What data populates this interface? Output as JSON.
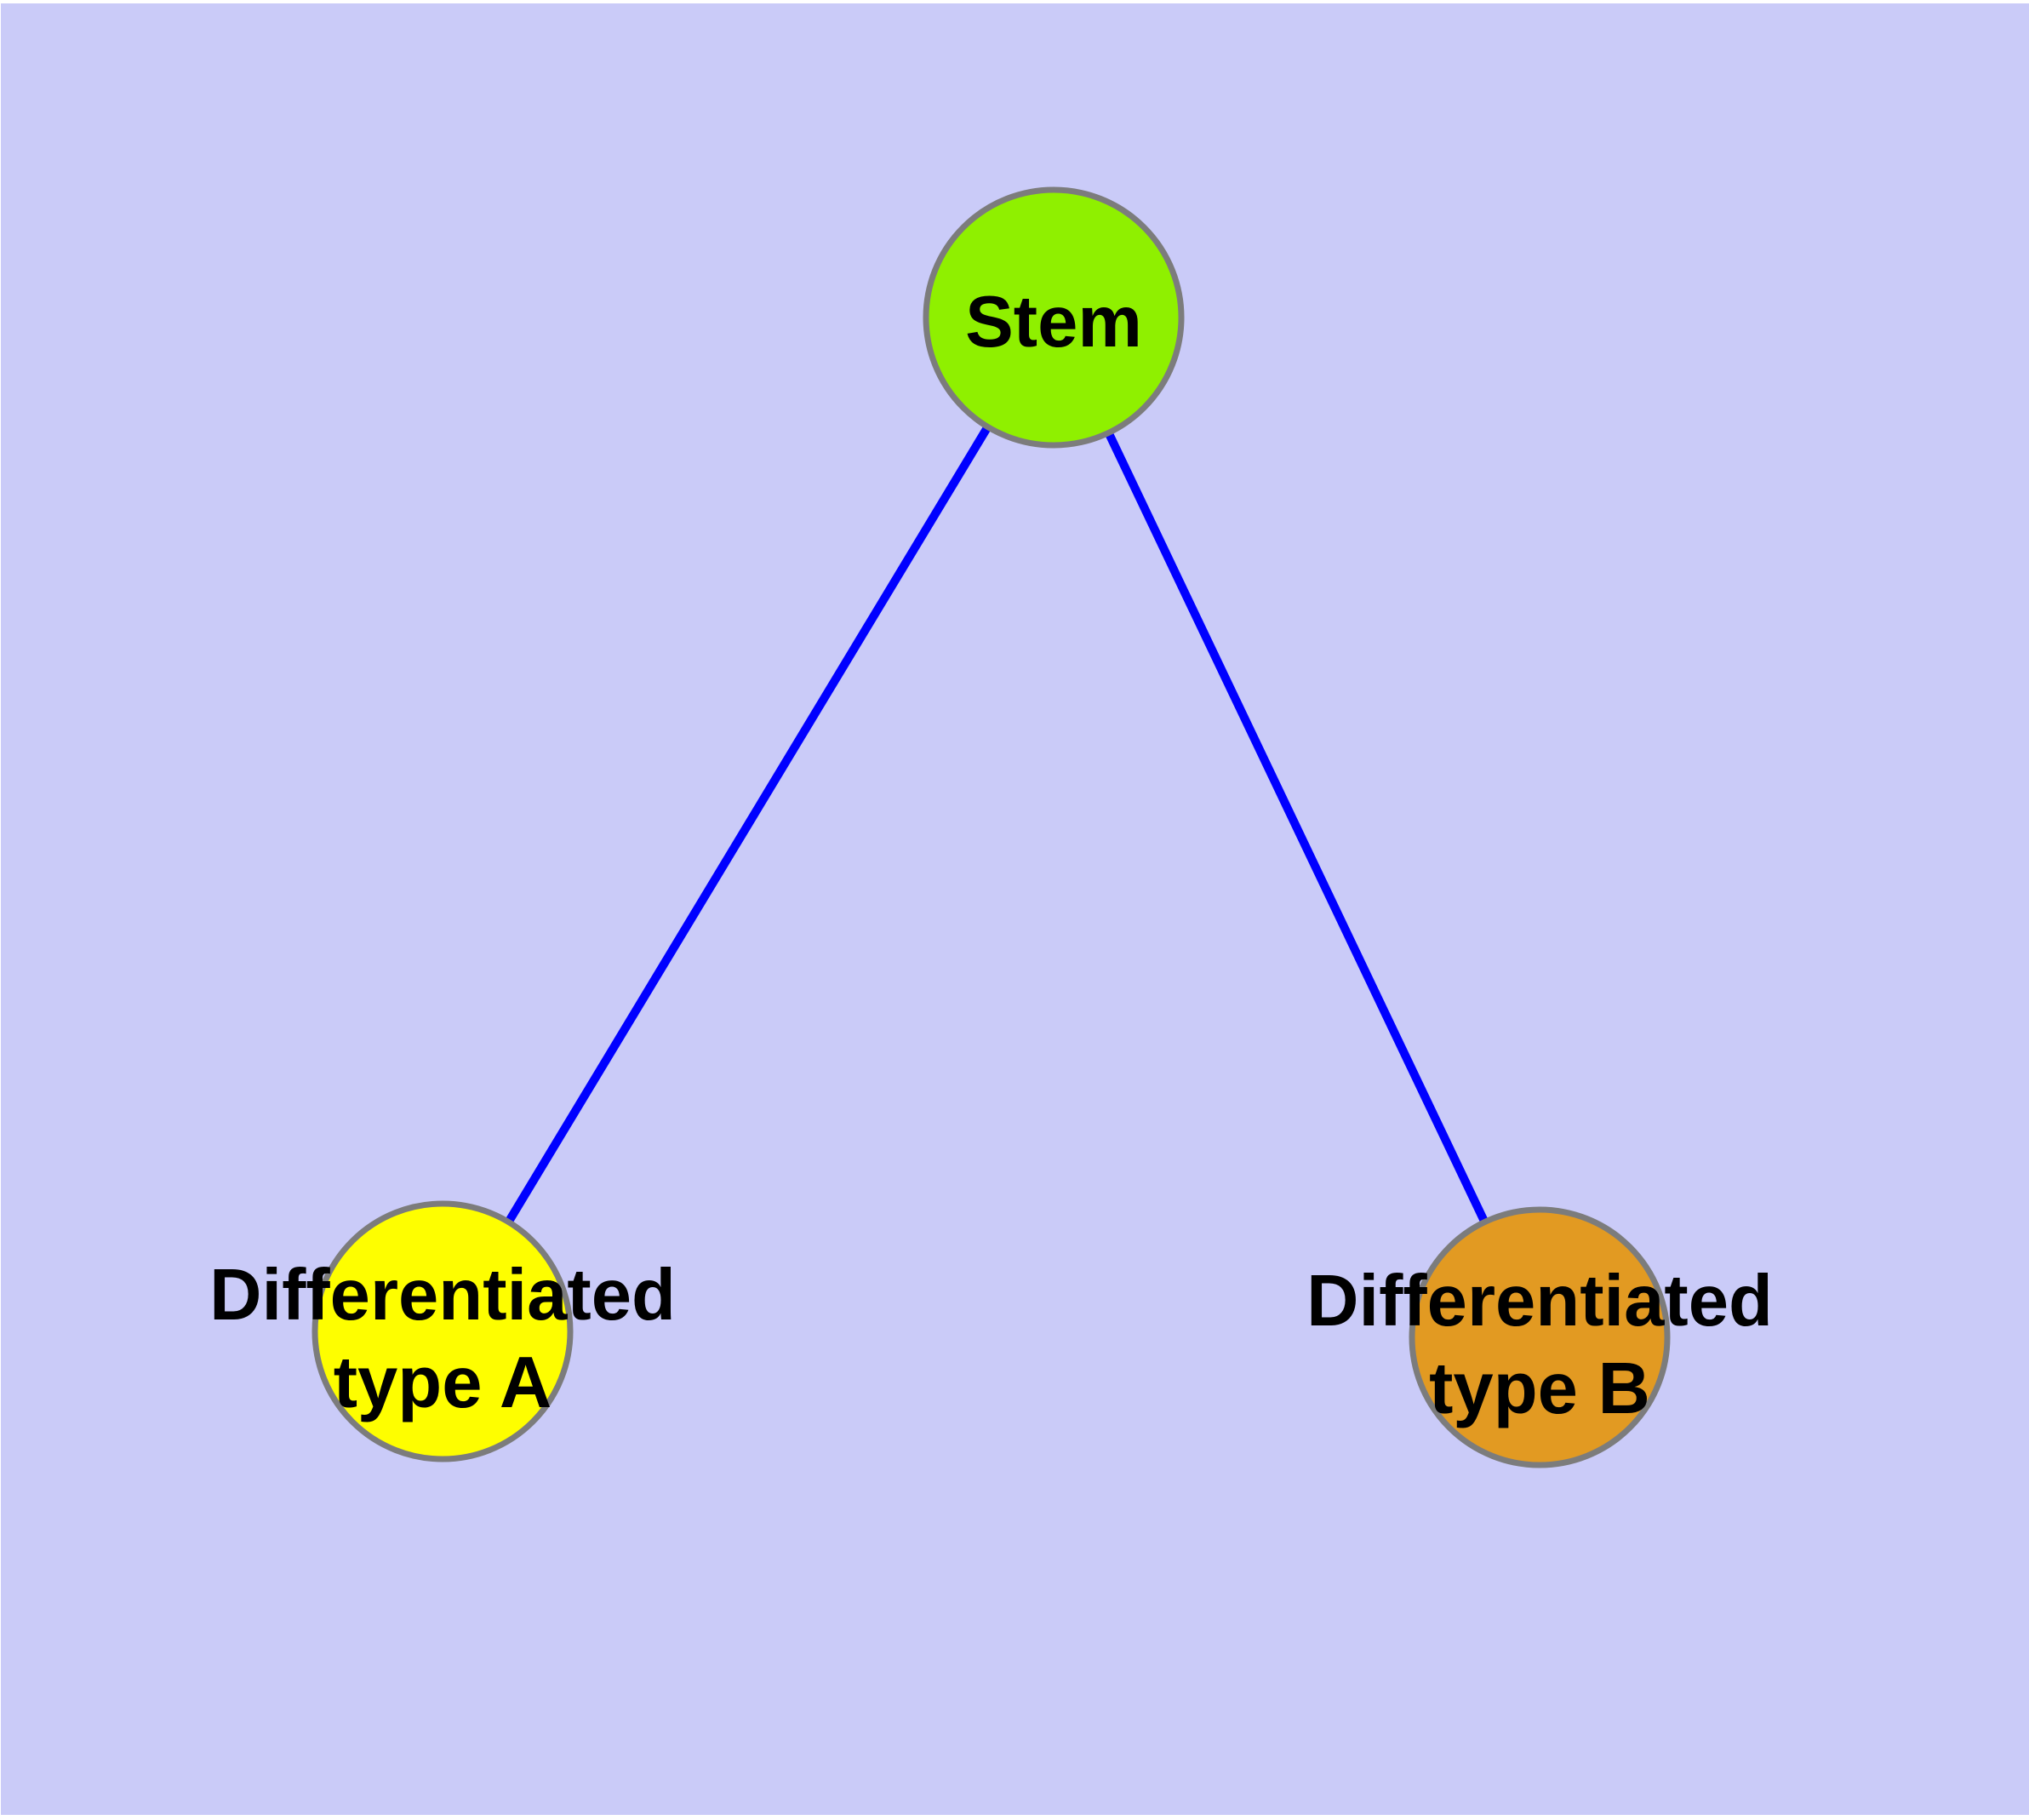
{
  "page": {
    "background": "#ffffff",
    "canvas_background": "#cacbf8"
  },
  "graph": {
    "type": "node-link-diagram",
    "edge_color": "#0000ff",
    "node_border_color": "#7c7c7c",
    "nodes": [
      {
        "name": "stem",
        "label": "Stem",
        "fill": "#8ff000"
      },
      {
        "name": "differentiated-type-a",
        "label_line1": "Differentiated",
        "label_line2": "type A",
        "fill": "#fefe00"
      },
      {
        "name": "differentiated-type-b",
        "label_line1": "Differentiated",
        "label_line2": "type B",
        "fill": "#e29a22"
      }
    ],
    "edges": [
      {
        "from": "Stem",
        "to": "Differentiated type A"
      },
      {
        "from": "Stem",
        "to": "Differentiated type B"
      }
    ]
  }
}
